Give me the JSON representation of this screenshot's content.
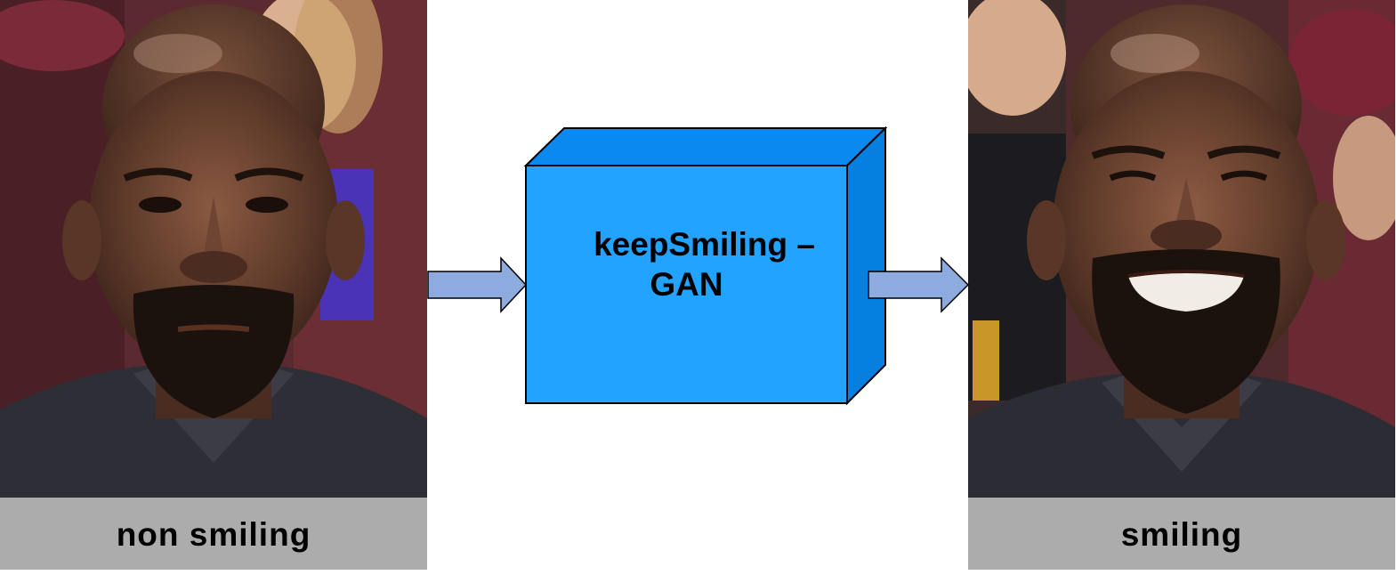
{
  "diagram": {
    "input_caption": "non smiling",
    "output_caption": "smiling",
    "model_label_line1": "keepSmiling –",
    "model_label_line2": "GAN"
  },
  "colors": {
    "box_front": "#21A3FF",
    "box_top": "#0A8AF0",
    "box_side": "#057FE0",
    "arrow_fill": "#8EABDF",
    "caption_bar": "#BEBEBE",
    "outline": "#000000"
  }
}
